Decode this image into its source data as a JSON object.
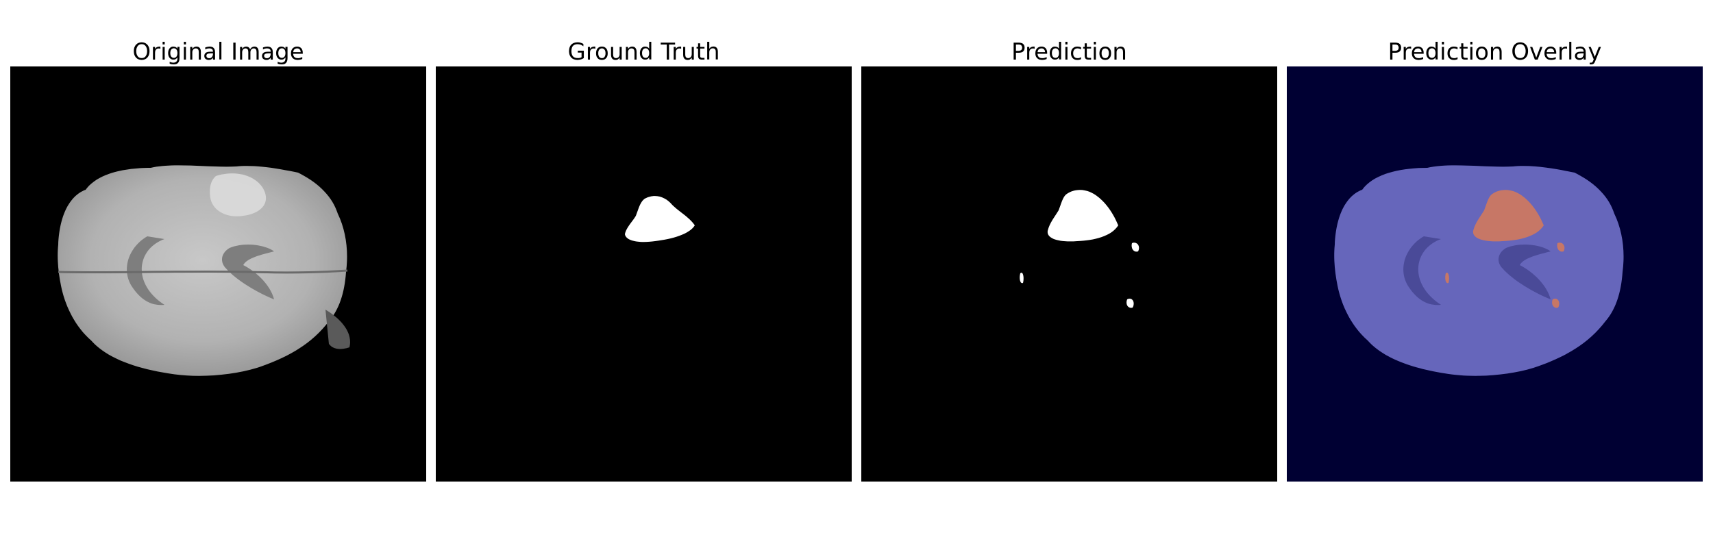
{
  "figure": {
    "panels": [
      {
        "title": "Original Image"
      },
      {
        "title": "Ground Truth"
      },
      {
        "title": "Prediction"
      },
      {
        "title": "Prediction Overlay"
      }
    ]
  },
  "colors": {
    "background": "#ffffff",
    "image_background": "#000000",
    "overlay_background": "#000033",
    "mask": "#ffffff",
    "overlay_brain": "#6666bb",
    "overlay_tumor": "#c77766"
  }
}
